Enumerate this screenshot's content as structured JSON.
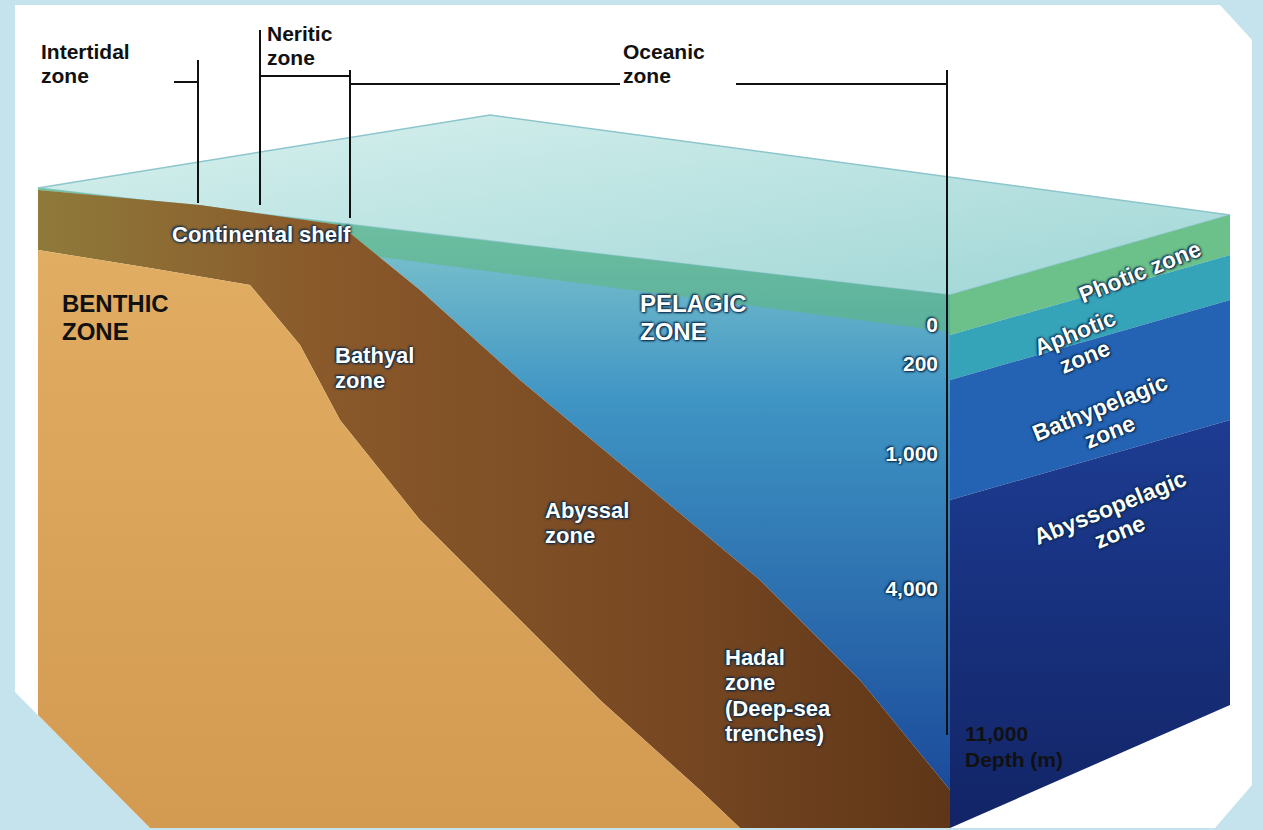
{
  "diagram": {
    "labels": [
      "Intertidal zone",
      "Neritic zone",
      "Oceanic zone",
      "Continental shelf",
      "BENTHIC ZONE",
      "PELAGIC ZONE",
      "Photic zone",
      "0",
      "Aphotic zone",
      "Bathyal zone",
      "200",
      "Bathypelagic zone",
      "1,000",
      "Abyssal zone",
      "Abyssopelagic zone",
      "4,000",
      "Hadal zone (Deep-sea trenches)",
      "11,000",
      "Depth (m)"
    ]
  }
}
